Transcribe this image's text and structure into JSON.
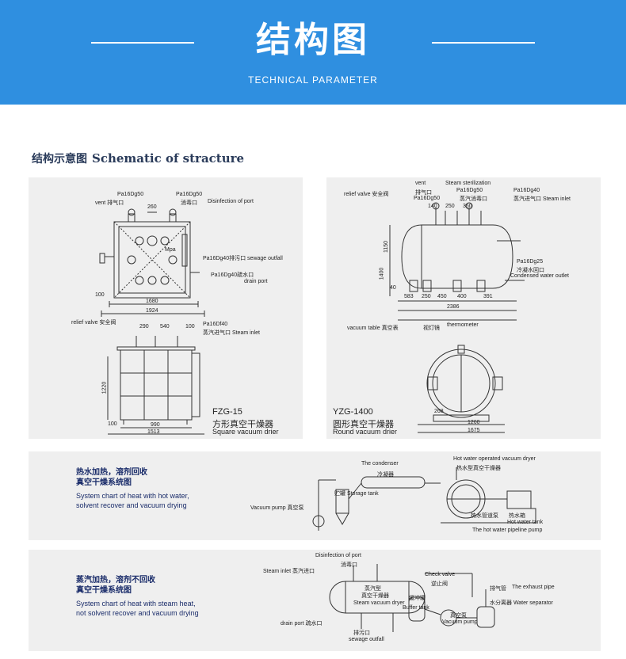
{
  "banner": {
    "title": "结构图",
    "subtitle": "TECHNICAL PARAMETER",
    "color": "#2f8fe0"
  },
  "section": {
    "title_cn": "结构示意图",
    "title_en": "Schematic of stracture"
  },
  "fzg": {
    "labels": {
      "pa_vent": "Pa16Dg50",
      "vent": "vent 排气口",
      "pa_disinfect": "Pa16Dg50",
      "disinfect_cn": "消毒口",
      "disinfect_en": "Disinfection of port",
      "d260": "260",
      "mpa": "Mpa",
      "sewage": "Pa16Dg40排污口 sewage outfall",
      "drain_pa": "Pa16Dg40疏水口",
      "drain_en": "drain port",
      "d100": "100",
      "d1680": "1680",
      "d1924": "1924",
      "relief": "relief valve 安全阀",
      "d290": "290",
      "d540": "540",
      "d100b": "100",
      "steam_pa": "Pa16Df40",
      "steam": "蒸汽进气口 Steam inlet",
      "d100c": "100",
      "d990": "990",
      "d1513": "1513",
      "height": "1220"
    },
    "model": "FZG-15",
    "name_cn": "方形真空干燥器",
    "name_en": "Square vacuum drier"
  },
  "yzg": {
    "labels": {
      "vent": "vent",
      "steam_ster": "Steam sterilization",
      "relief": "relief valve 安全阀",
      "vent_cn": "排气口",
      "pa50": "Pa16Dg50",
      "pa50b": "Pa16Dg50",
      "disinfect_cn": "蒸汽消毒口",
      "pa40": "Pa16Dg40",
      "steam_inlet": "蒸汽进气口 Steam inlet",
      "d140": "140",
      "d250": "250",
      "d350": "350",
      "pa25": "Pa16Dg25",
      "cond_cn": "冷凝水回口",
      "cond_en": "Condensed water outlet",
      "d40": "40",
      "d583": "583",
      "d250b": "250",
      "d450": "450",
      "d400": "400",
      "d391": "391",
      "d2386": "2386",
      "vt": "vacuum table 真空表",
      "lamp": "视灯镜",
      "thermo": "thermometer",
      "d268": "268",
      "d1260": "1260",
      "d1675": "1675",
      "h1": "1150",
      "h2": "1400"
    },
    "model": "YZG-1400",
    "name_cn": "圆形真空干燥器",
    "name_en": "Round vacuum drier"
  },
  "system1": {
    "cn": [
      "热水加热，溶剂回收",
      "真空干燥系统图"
    ],
    "en": [
      "System chart of heat with hot water,",
      "solvent recover and vacuum drying"
    ],
    "labels": {
      "condenser": "The condenser",
      "condenser_cn": "冷凝器",
      "hw_dryer": "Hot water operated vacuum dryer",
      "hw_dryer_cn": "热水型真空干燥器",
      "storage": "贮罐 Storage tank",
      "vpump": "Vacuum pump 真空泵",
      "hw_pump_cn": "热水管道泵",
      "hw_tank_cn": "热水箱",
      "hw_tank": "Hot water tank",
      "hw_pipe_pump": "The hot water pipeline pump"
    }
  },
  "system2": {
    "cn": [
      "蒸汽加热，溶剂不回收",
      "真空干燥系统图"
    ],
    "en": [
      "System chart of heat with steam heat,",
      "not solvent recover and vacuum drying"
    ],
    "labels": {
      "disinfect": "Disinfection of port",
      "disinfect_cn": "消毒口",
      "steam_inlet": "Steam inlet 蒸汽进口",
      "dryer_cn1": "蒸汽型",
      "dryer_cn2": "真空干燥器",
      "steam_dryer": "Steam vacuum dryer",
      "check": "Check valve",
      "check_cn": "逆止阀",
      "exhaust_cn": "排气管",
      "exhaust": "The exhaust pipe",
      "water_sep": "水分离器 Water separator",
      "buffer_cn": "缓冲罐",
      "buffer": "Buffer tank",
      "vpump_cn": "真空泵",
      "vpump": "Vacuum pump",
      "drain": "drain port 疏水口",
      "sewage_cn": "排污口",
      "sewage": "sewage outfall"
    }
  }
}
